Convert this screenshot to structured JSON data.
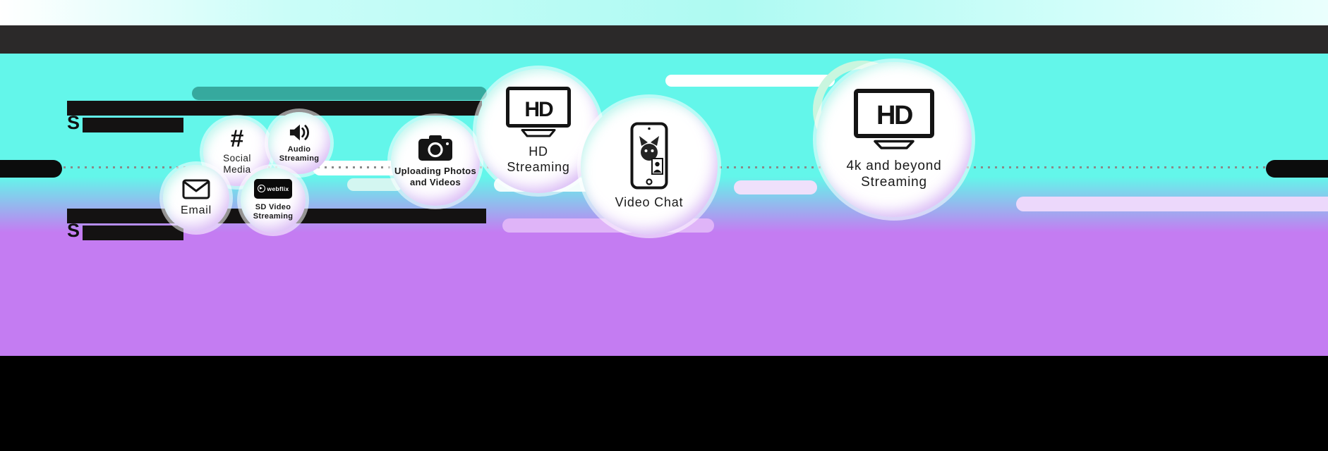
{
  "theme": {
    "cyan": "#63f6ea",
    "purple": "#c47cf2",
    "top_band": "#2b2929",
    "bottom_band": "#000000",
    "teal_streak": "#2e9a90",
    "dotted_line": "#8a8a8a"
  },
  "redacted_text": {
    "top_heading_initial": "S",
    "bottom_heading_initial": "S"
  },
  "bubbles": {
    "email": {
      "label": "Email",
      "icon": "envelope-icon"
    },
    "social": {
      "hash": "#",
      "line1": "Social",
      "line2": "Media",
      "icon": "hashtag-icon"
    },
    "audio": {
      "line1": "Audio",
      "line2": "Streaming",
      "icon": "speaker-icon"
    },
    "sd_video": {
      "brand": "webflix",
      "line1": "SD Video",
      "line2": "Streaming",
      "icon": "webflix-player-icon"
    },
    "uploading": {
      "line1": "Uploading Photos",
      "line2": "and Videos",
      "icon": "camera-icon"
    },
    "hd": {
      "tv_label": "HD",
      "line1": "HD",
      "line2": "Streaming",
      "icon": "hd-tv-icon"
    },
    "video_chat": {
      "label": "Video Chat",
      "icon": "video-call-phone-icon"
    },
    "uhd": {
      "tv_label": "HD",
      "line1": "4k and beyond",
      "line2": "Streaming",
      "icon": "hd-tv-icon"
    }
  }
}
